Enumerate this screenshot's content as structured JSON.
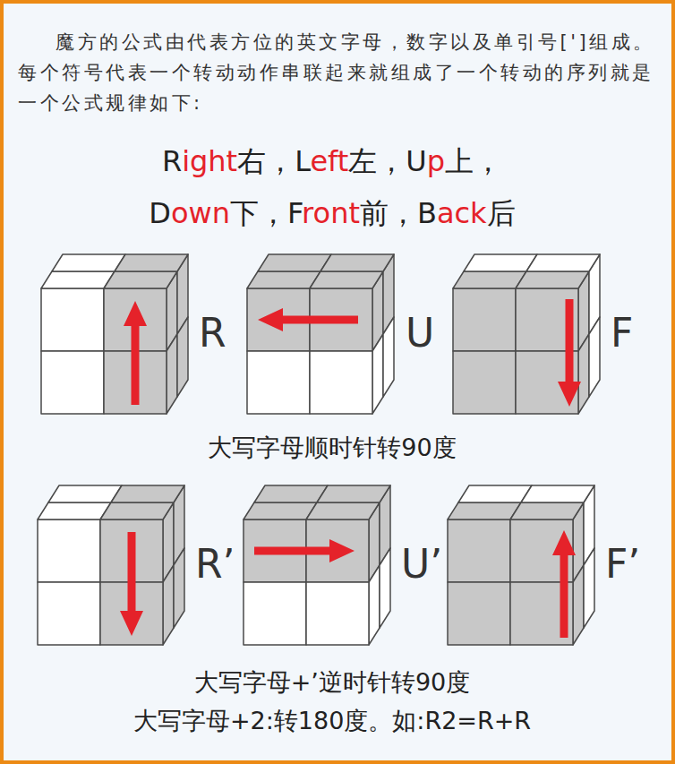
{
  "diagram": {
    "labels": [
      "魔方的公式由代表方位的英文字母，数字以及单引号[']组成。 每个符号代表一个转动动作串联起来就组成了一个转动的序列就是 一个公式规律如下:",
      "Right右，Left左，Up上，",
      "Down下，Front前，Back后",
      "R",
      "U",
      "F",
      "大写字母顺时针转90度",
      "R’",
      "U’",
      "F’",
      "大写字母+’逆时针转90度",
      "大写字母+2:转180度。如:R2=R+R"
    ]
  }
}
